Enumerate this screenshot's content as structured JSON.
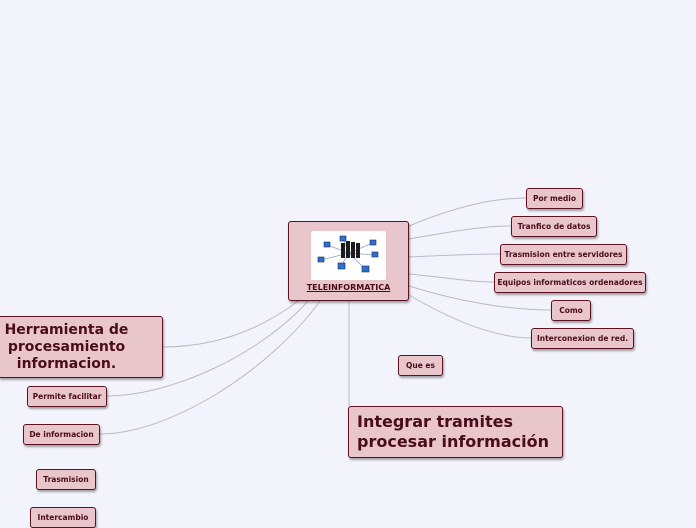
{
  "central": {
    "title": "TELEINFORMATICA",
    "image": "network-servers-icon"
  },
  "nodes": {
    "por_medio": "Por medio",
    "tranfico": "Tranfico de datos",
    "trasmision_servidores": "Trasmision entre servidores",
    "equipos": "Equipos informaticos ordenadores",
    "como": "Como",
    "interconexion": "Interconexion de red.",
    "que_es": "Que es",
    "integrar": "Integrar tramites procesar información",
    "herramienta": "Herramienta de procesamiento informacion.",
    "permite": "Permite facilitar",
    "de_informacion": "De informacion",
    "trasmision": "Trasmision",
    "intercambio": "Intercambio"
  },
  "colors": {
    "background": "#f3f3fc",
    "node_fill": "#e8c6cc",
    "node_border": "#5a1420",
    "text": "#4a0d18",
    "link": "#b9b9c8"
  }
}
